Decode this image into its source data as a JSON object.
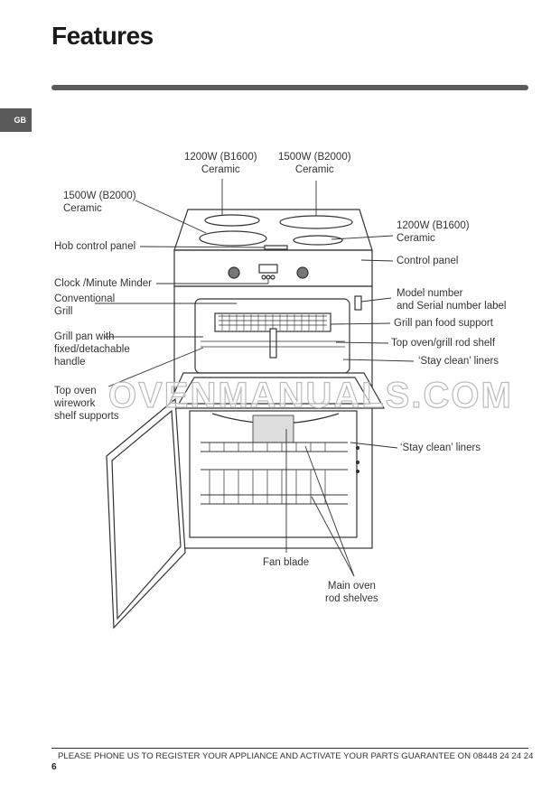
{
  "header": {
    "title": "Features",
    "language_tab": "GB"
  },
  "labels": {
    "hob_rear_left": [
      "1200W (B1600)",
      "Ceramic"
    ],
    "hob_rear_right": [
      "1500W (B2000)",
      "Ceramic"
    ],
    "hob_front_left": [
      "1500W (B2000)",
      "Ceramic"
    ],
    "hob_front_right": [
      "1200W (B1600)",
      "Ceramic"
    ],
    "hob_control_panel": "Hob control panel",
    "control_panel": "Control panel",
    "clock": "Clock /Minute Minder",
    "grill": [
      "Conventional",
      "Grill"
    ],
    "model_number": [
      "Model number",
      "and Serial number label"
    ],
    "grill_pan_support": "Grill pan food support",
    "grill_pan": [
      "Grill pan with",
      "fixed/detachable",
      "handle"
    ],
    "top_rod_shelf": "Top oven/grill rod shelf",
    "stay_clean_top": "‘Stay clean’ liners",
    "shelf_supports": [
      "Top oven",
      "wirework",
      "shelf supports"
    ],
    "stay_clean_main": "‘Stay clean’ liners",
    "fan_blade": "Fan blade",
    "main_rod_shelves": [
      "Main oven",
      "rod shelves"
    ]
  },
  "watermark": "OVENMANUALS.COM",
  "footer": {
    "text": "PLEASE PHONE US TO REGISTER YOUR APPLIANCE  AND ACTIVATE YOUR PARTS GUARANTEE ON 08448 24 24 24",
    "page_number": "6"
  }
}
